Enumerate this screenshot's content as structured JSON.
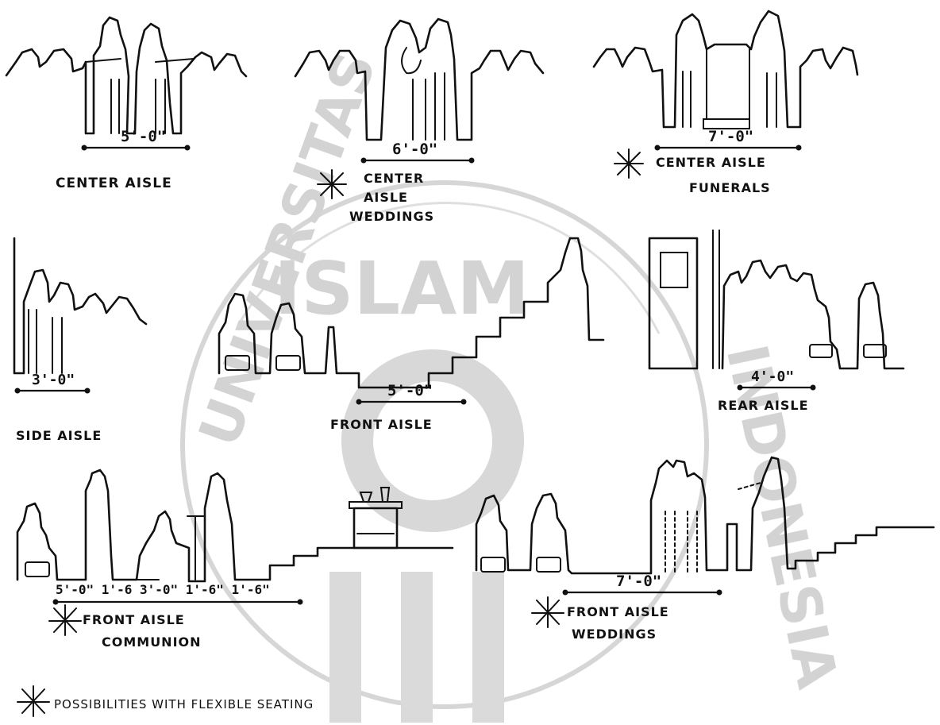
{
  "panels": [
    {
      "dimension": "5'-0\"",
      "caption_lines": [
        "CENTER AISLE"
      ]
    },
    {
      "dimension": "6'-0\"",
      "caption_lines": [
        "CENTER",
        "AISLE",
        "WEDDINGS"
      ]
    },
    {
      "dimension": "7'-0\"",
      "caption_lines": [
        "CENTER AISLE",
        "FUNERALS"
      ]
    },
    {
      "dimension": "3'-0\"",
      "caption_lines": [
        "SIDE AISLE"
      ]
    },
    {
      "dimension": "5'-0\"",
      "caption_lines": [
        "FRONT AISLE"
      ]
    },
    {
      "dimension": "4'-0\"",
      "caption_lines": [
        "REAR AISLE"
      ]
    },
    {
      "dimension": "5'-0\"   1'-6  3'-0\" 1'-6\" 1'-6\"",
      "caption_lines": [
        "FRONT AISLE",
        "COMMUNION"
      ]
    },
    {
      "dimension": "7'-0\"",
      "caption_lines": [
        "FRONT AISLE",
        "WEDDINGS"
      ]
    }
  ],
  "footnote": "POSSIBILITIES   WITH   FLEXIBLE   SEATING",
  "watermark": {
    "word_top": "ISLAM",
    "word_left": "UNIVERSITAS",
    "word_right": "INDONESIA"
  },
  "colors": {
    "ink": "#111111",
    "paper": "#ffffff",
    "watermark": "#cfcfcf"
  },
  "icons": [
    "asterisk-icon",
    "door-shape",
    "communion-table-icon"
  ]
}
